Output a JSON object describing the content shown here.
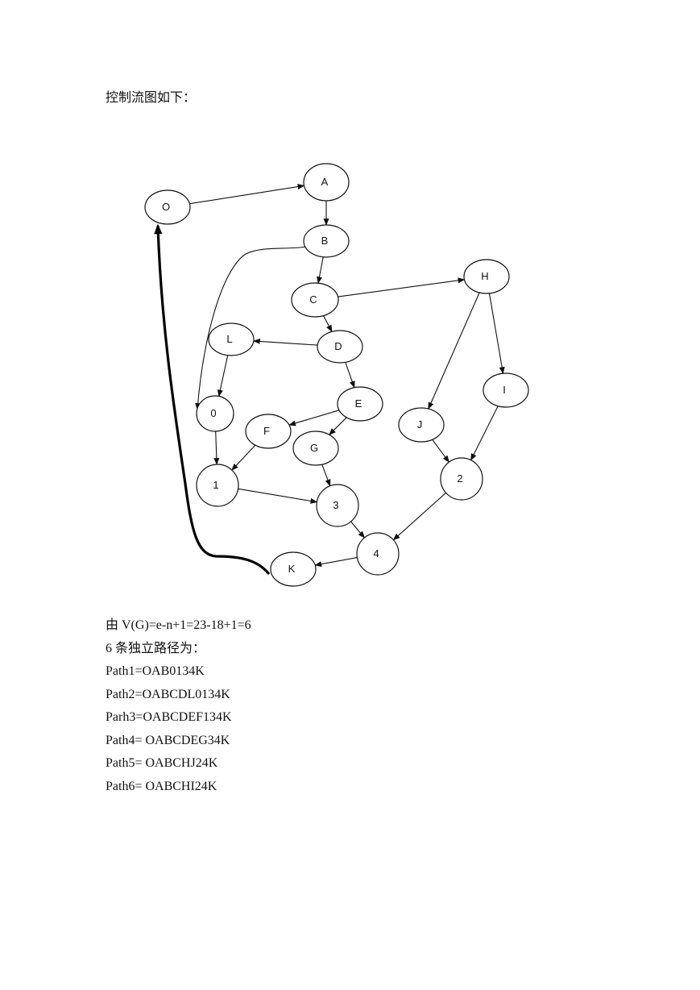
{
  "heading": "控制流图如下：",
  "graph": {
    "nodes": [
      {
        "id": "O",
        "label": "O"
      },
      {
        "id": "A",
        "label": "A"
      },
      {
        "id": "B",
        "label": "B"
      },
      {
        "id": "C",
        "label": "C"
      },
      {
        "id": "H",
        "label": "H"
      },
      {
        "id": "L",
        "label": "L"
      },
      {
        "id": "D",
        "label": "D"
      },
      {
        "id": "I",
        "label": "I"
      },
      {
        "id": "E",
        "label": "E"
      },
      {
        "id": "0",
        "label": "0"
      },
      {
        "id": "J",
        "label": "J"
      },
      {
        "id": "F",
        "label": "F"
      },
      {
        "id": "G",
        "label": "G"
      },
      {
        "id": "2",
        "label": "2"
      },
      {
        "id": "1",
        "label": "1"
      },
      {
        "id": "3",
        "label": "3"
      },
      {
        "id": "4",
        "label": "4"
      },
      {
        "id": "K",
        "label": "K"
      }
    ],
    "edges": [
      {
        "from": "O",
        "to": "A"
      },
      {
        "from": "A",
        "to": "B"
      },
      {
        "from": "B",
        "to": "0"
      },
      {
        "from": "B",
        "to": "C"
      },
      {
        "from": "C",
        "to": "H"
      },
      {
        "from": "C",
        "to": "D"
      },
      {
        "from": "D",
        "to": "L"
      },
      {
        "from": "D",
        "to": "E"
      },
      {
        "from": "L",
        "to": "0"
      },
      {
        "from": "0",
        "to": "1"
      },
      {
        "from": "E",
        "to": "F"
      },
      {
        "from": "E",
        "to": "G"
      },
      {
        "from": "F",
        "to": "1"
      },
      {
        "from": "G",
        "to": "3"
      },
      {
        "from": "1",
        "to": "3"
      },
      {
        "from": "H",
        "to": "J"
      },
      {
        "from": "H",
        "to": "I"
      },
      {
        "from": "J",
        "to": "2"
      },
      {
        "from": "I",
        "to": "2"
      },
      {
        "from": "2",
        "to": "4"
      },
      {
        "from": "3",
        "to": "4"
      },
      {
        "from": "4",
        "to": "K"
      },
      {
        "from": "K",
        "to": "O",
        "emphasis": "bold"
      }
    ]
  },
  "lines": [
    "由 V(G)=e-n+1=23-18+1=6",
    "6 条独立路径为：",
    "Path1=OAB0134K",
    "Path2=OABCDL0134K",
    "Parh3=OABCDEF134K",
    "Path4= OABCDEG34K",
    "Path5= OABCHJ24K",
    "Path6= OABCHI24K"
  ]
}
